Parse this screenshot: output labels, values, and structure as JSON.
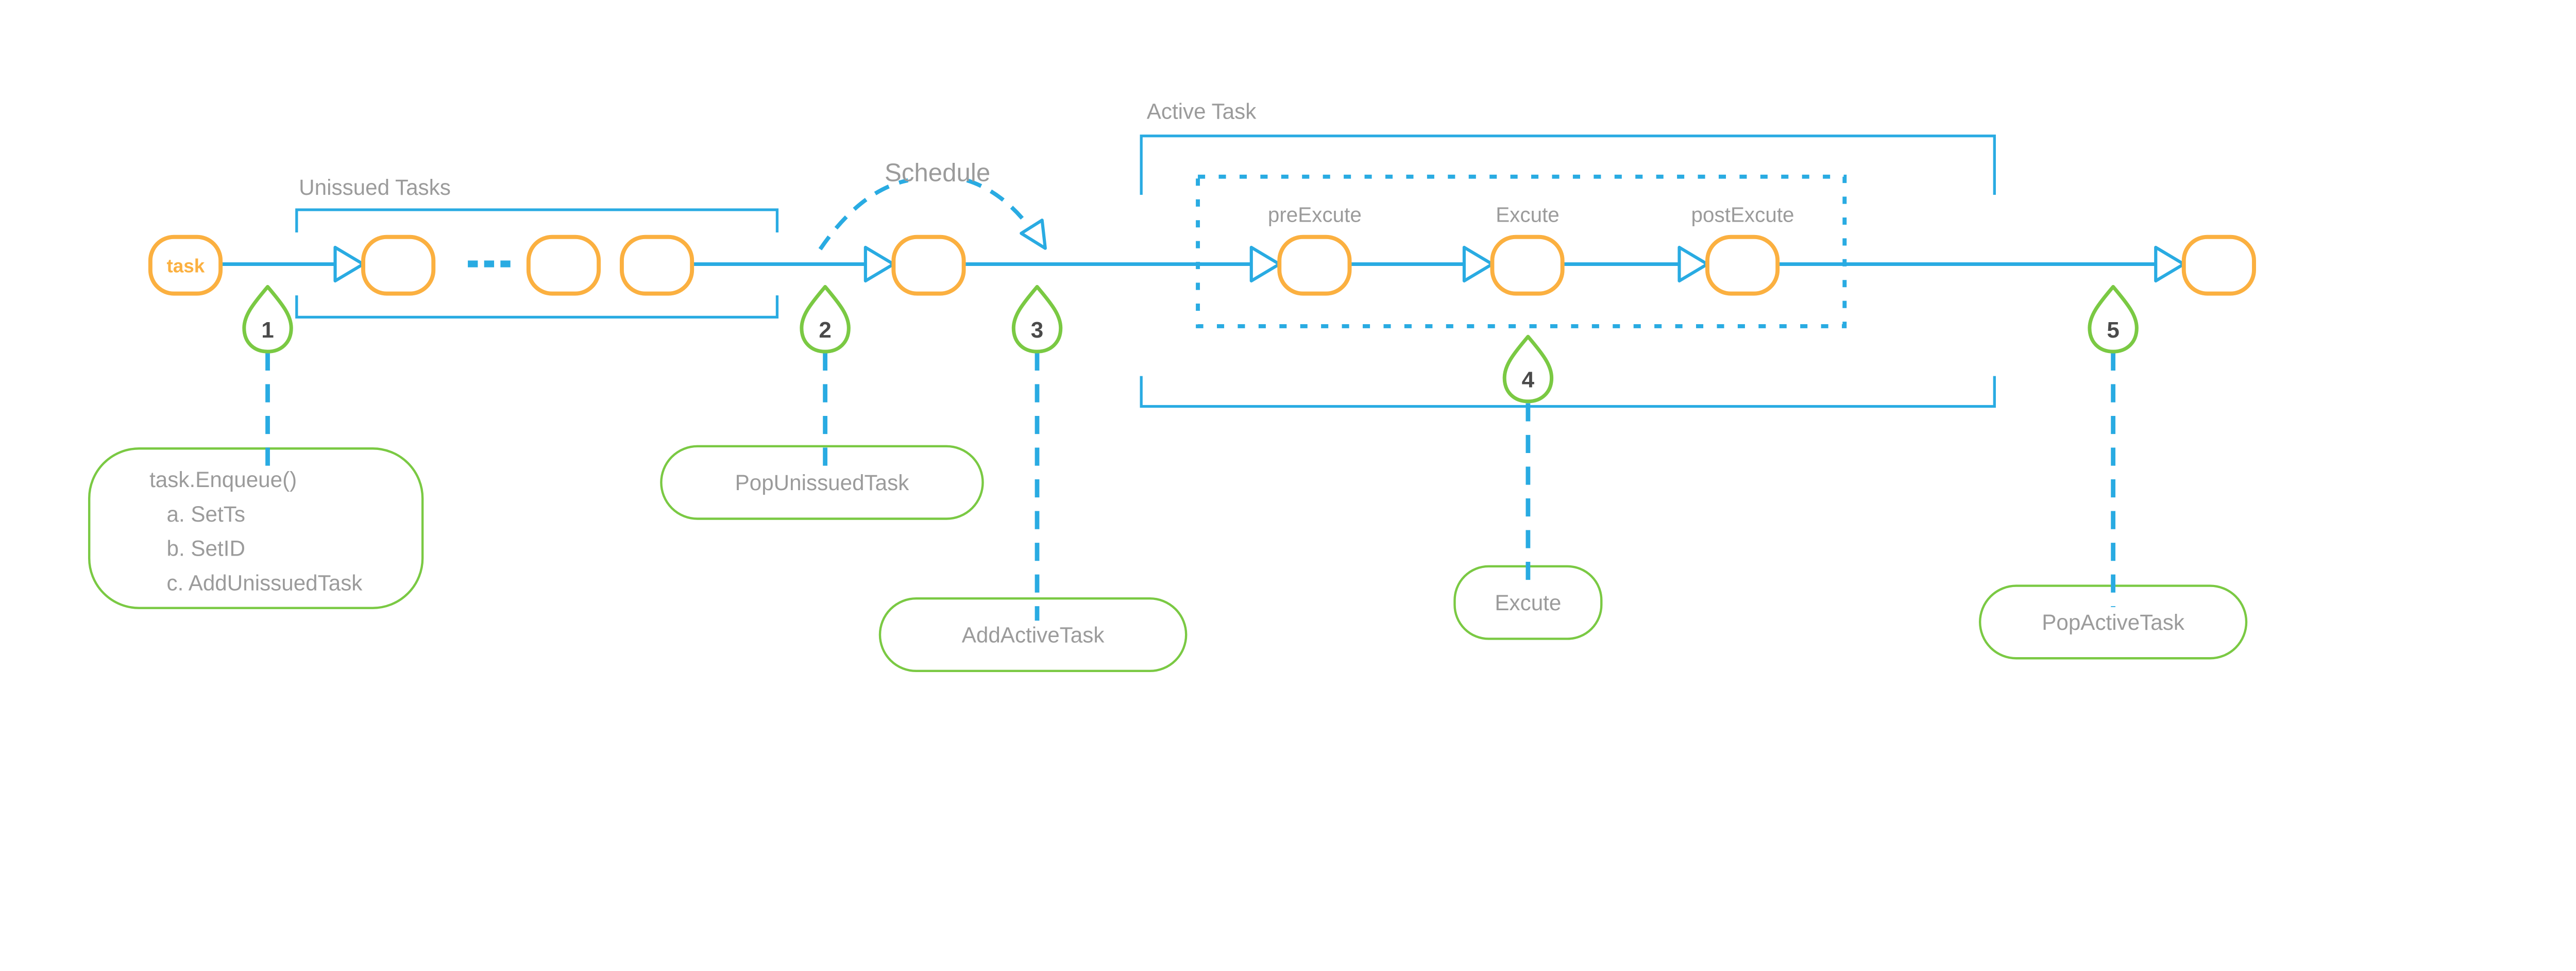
{
  "diagram": {
    "section_labels": {
      "unissued_tasks": "Unissued Tasks",
      "schedule": "Schedule",
      "active_task": "Active Task"
    },
    "node_labels": {
      "task": "task",
      "pre_excute": "preExcute",
      "excute": "Excute",
      "post_excute": "postExcute"
    },
    "markers": [
      {
        "number": "1"
      },
      {
        "number": "2"
      },
      {
        "number": "3"
      },
      {
        "number": "4"
      },
      {
        "number": "5"
      }
    ],
    "callouts": {
      "enqueue": {
        "lines": [
          "task.Enqueue()",
          "a. SetTs",
          "b. SetID",
          "c. AddUnissuedTask"
        ]
      },
      "pop_unissued": {
        "label": "PopUnissuedTask"
      },
      "add_active": {
        "label": "AddActiveTask"
      },
      "excute": {
        "label": "Excute"
      },
      "pop_active": {
        "label": "PopActiveTask"
      }
    },
    "colors": {
      "flow_blue": "#29ABE2",
      "node_orange": "#FBB040",
      "marker_green": "#7AC943",
      "label_gray": "#9B9B9B",
      "number_dark": "#4A4A4A",
      "background": "#FFFFFF"
    }
  }
}
